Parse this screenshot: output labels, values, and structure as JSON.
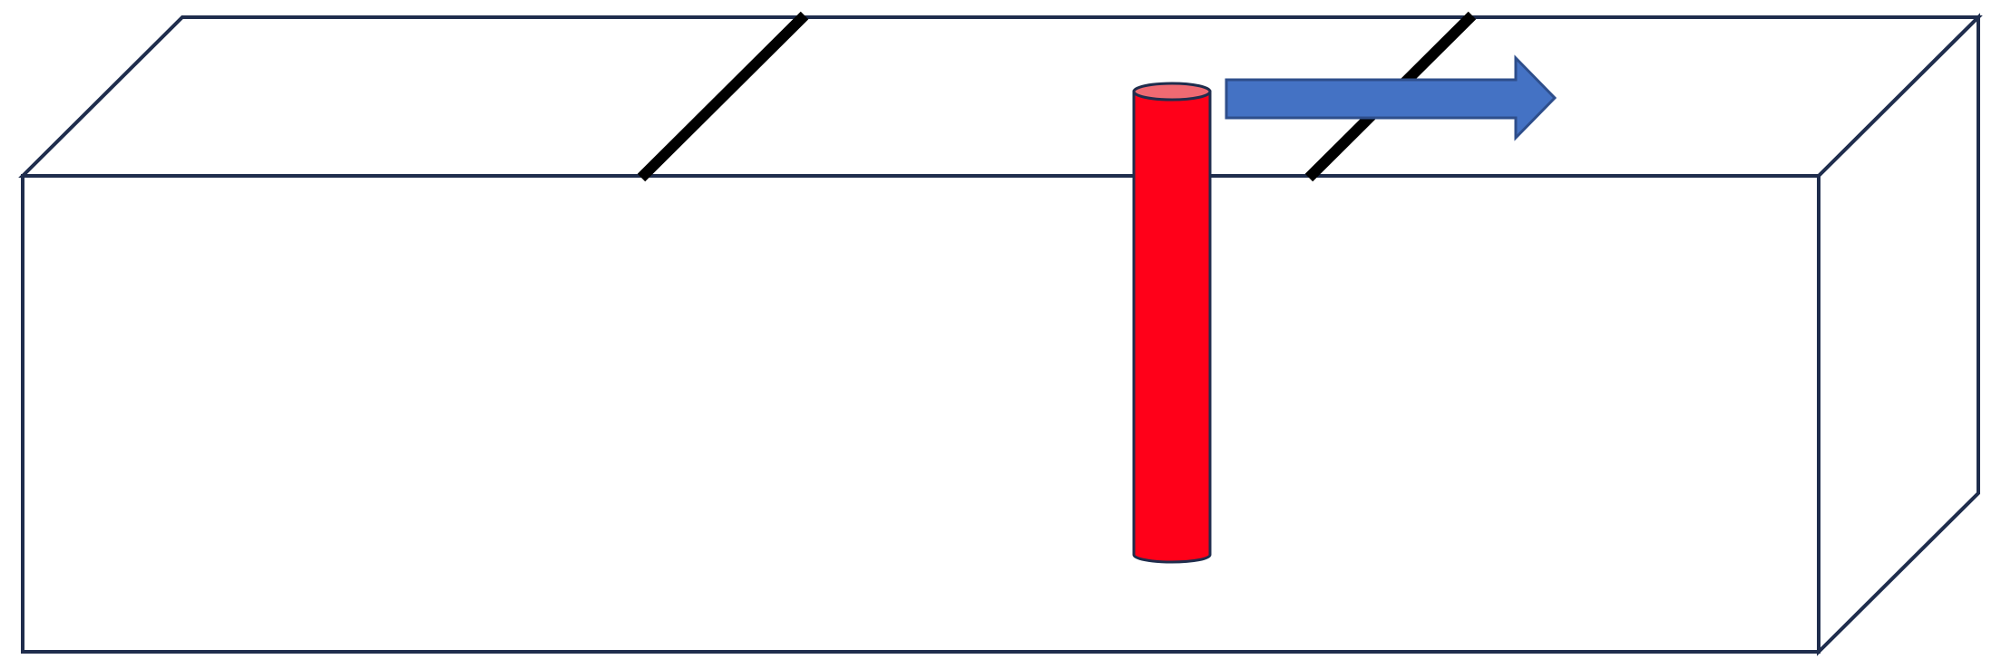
{
  "figure": {
    "description_free": true,
    "colors": {
      "box_outline": "#1f2d4d",
      "box_fill": "#ffffff",
      "cut_lines": "#000000",
      "rod_body": "#ff0019",
      "rod_top": "#f06a72",
      "arrow_fill": "#4472c4",
      "arrow_outline": "#2e4e8b"
    },
    "elements": [
      {
        "name": "rectangular-block",
        "kind": "3d-box"
      },
      {
        "name": "surface-cut-line-1",
        "kind": "diagonal-line"
      },
      {
        "name": "surface-cut-line-2",
        "kind": "diagonal-line"
      },
      {
        "name": "vertical-rod",
        "kind": "cylinder"
      },
      {
        "name": "motion-arrow",
        "kind": "block-arrow",
        "direction": "right"
      }
    ]
  }
}
